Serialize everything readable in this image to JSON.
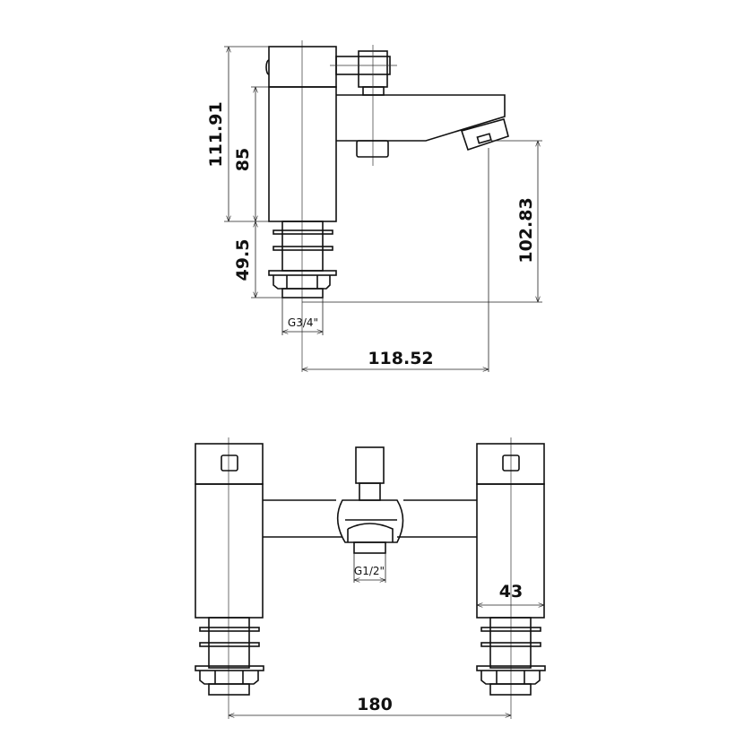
{
  "side_view": {
    "dim_total_height": "111.91",
    "dim_body_height": "85",
    "dim_shank_length": "49.5",
    "dim_spout_height": "102.83",
    "dim_spout_reach": "118.52",
    "thread_label": "G3/4\""
  },
  "front_view": {
    "thread_label": "G1/2\"",
    "dim_body_width": "43",
    "dim_centres": "180"
  }
}
